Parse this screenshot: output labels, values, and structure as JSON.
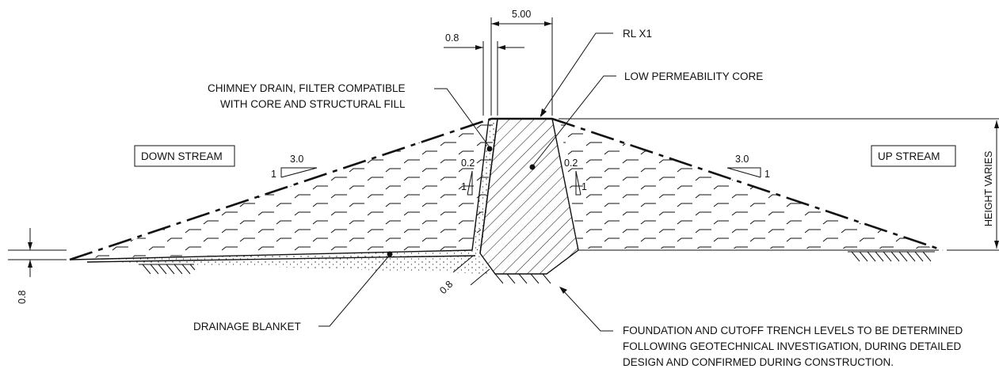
{
  "labels": {
    "down_stream": "DOWN STREAM",
    "up_stream": "UP STREAM",
    "chimney_drain_line1": "CHIMNEY DRAIN, FILTER COMPATIBLE",
    "chimney_drain_line2": "WITH CORE AND STRUCTURAL FILL",
    "rl": "RL X1",
    "core": "LOW PERMEABILITY CORE",
    "drainage_blanket": "DRAINAGE BLANKET",
    "height_varies": "HEIGHT VARIES",
    "foundation_line1": "FOUNDATION AND CUTOFF TRENCH LEVELS TO BE DETERMINED",
    "foundation_line2": "FOLLOWING GEOTECHNICAL INVESTIGATION, DURING DETAILED",
    "foundation_line3": "DESIGN AND CONFIRMED DURING CONSTRUCTION."
  },
  "dimensions": {
    "crest_width": "5.00",
    "drain_width": "0.8",
    "blanket_thickness": "0.8",
    "drain_slope_thickness": "0.8"
  },
  "slopes": {
    "downstream_run": "3.0",
    "downstream_rise": "1",
    "upstream_run": "3.0",
    "upstream_rise": "1",
    "core_left_run": "0.2",
    "core_left_rise": "1",
    "core_right_run": "0.2",
    "core_right_rise": "1"
  }
}
